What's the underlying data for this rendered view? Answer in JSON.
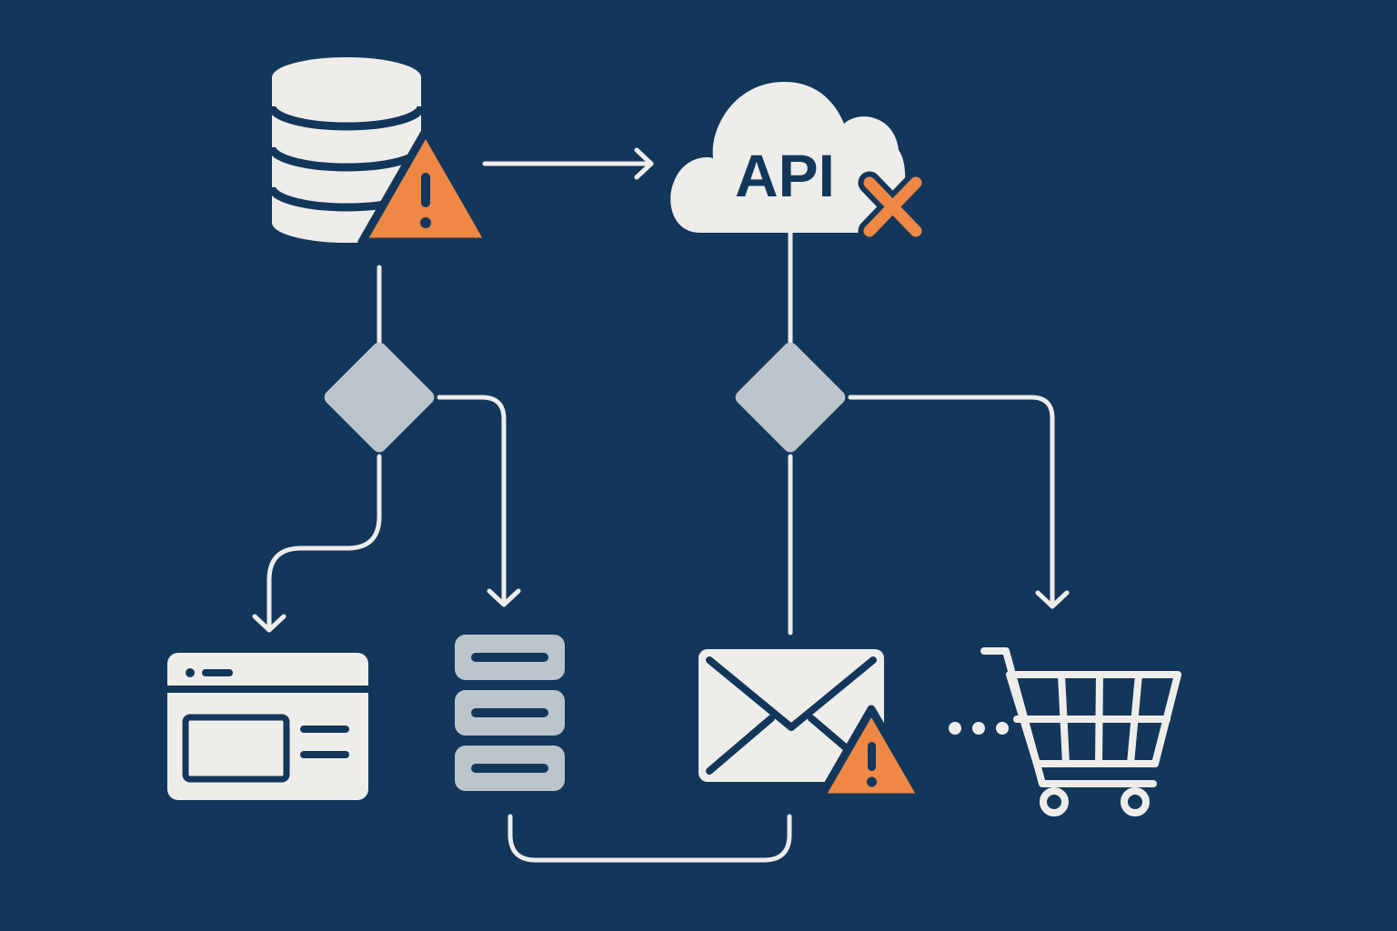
{
  "diagram": {
    "api_label": "API",
    "ellipsis": "···",
    "colors": {
      "background": "#13375b",
      "icon_fill": "#efedea",
      "connector": "#efedea",
      "decision": "#bcc4cc",
      "server_slots": "#bcc4cc",
      "warning": "#ee8844",
      "error": "#ee8844",
      "outline": "#13375b"
    },
    "nodes": [
      {
        "id": "database",
        "icon": "database-icon",
        "status": "warning-icon"
      },
      {
        "id": "api-cloud",
        "icon": "cloud-icon",
        "status": "error-x-icon"
      },
      {
        "id": "decision-left",
        "icon": "decision-diamond"
      },
      {
        "id": "decision-right",
        "icon": "decision-diamond"
      },
      {
        "id": "web-page",
        "icon": "browser-window-icon"
      },
      {
        "id": "server",
        "icon": "server-rack-icon"
      },
      {
        "id": "email",
        "icon": "envelope-icon",
        "status": "warning-icon"
      },
      {
        "id": "cart",
        "icon": "shopping-cart-icon"
      }
    ]
  }
}
